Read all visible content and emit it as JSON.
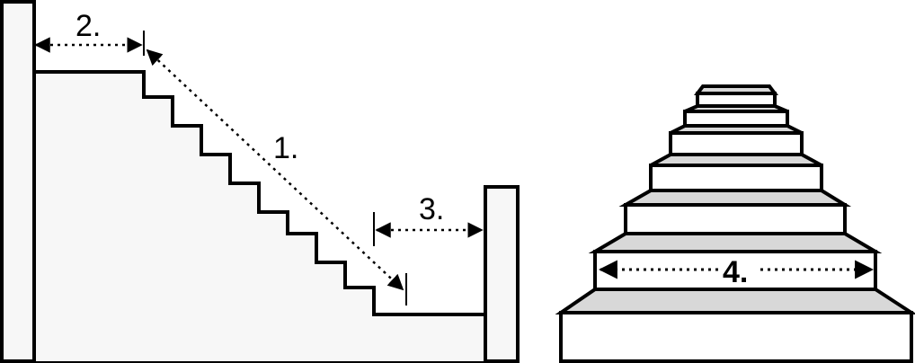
{
  "labels": {
    "stair_length": "1.",
    "top_landing": "2.",
    "bottom_landing": "3.",
    "stair_width": "4."
  },
  "colors": {
    "stroke": "#000000",
    "fill_light": "#f7f7f7",
    "tread_gray": "#d8d8d8",
    "riser_white": "#ffffff"
  }
}
